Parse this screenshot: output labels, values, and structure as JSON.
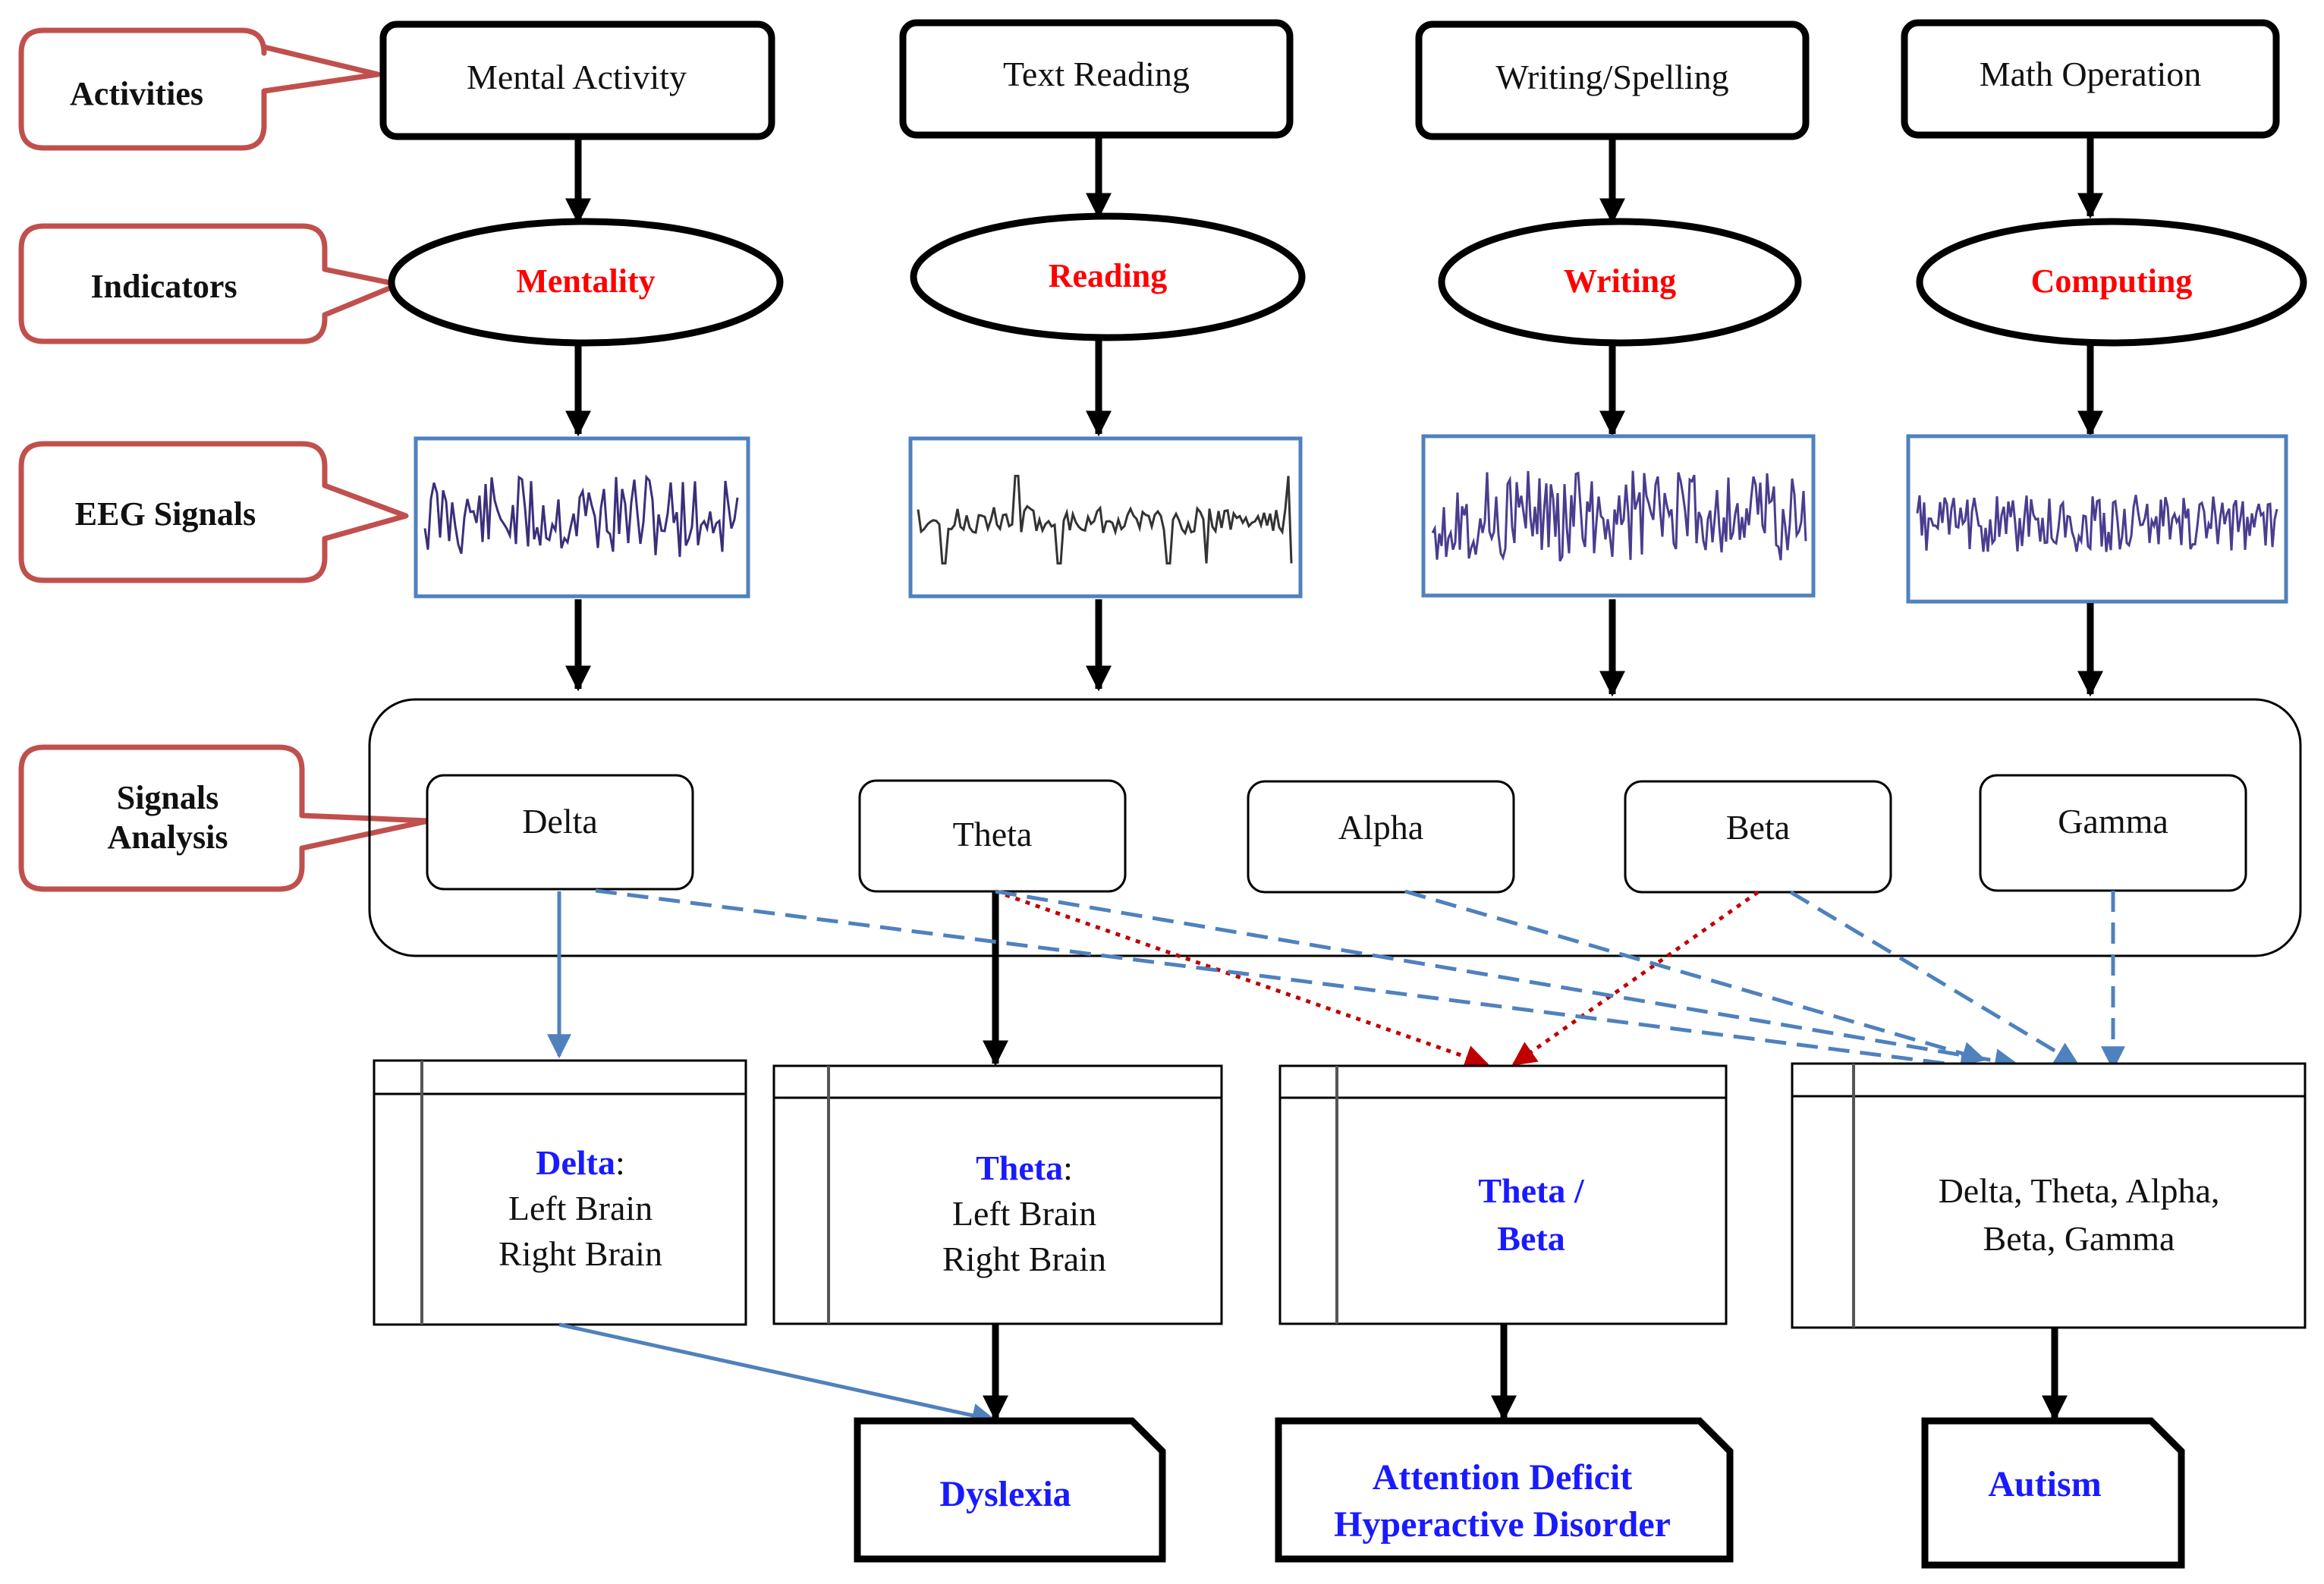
{
  "callouts": {
    "activities": "Activities",
    "indicators": "Indicators",
    "eeg_signals": "EEG Signals",
    "signals_analysis_line1": "Signals",
    "signals_analysis_line2": "Analysis"
  },
  "activities": [
    {
      "label": "Mental Activity"
    },
    {
      "label": "Text Reading"
    },
    {
      "label": "Writing/Spelling"
    },
    {
      "label": "Math Operation"
    }
  ],
  "indicators": [
    {
      "label": "Mentality"
    },
    {
      "label": "Reading"
    },
    {
      "label": "Writing"
    },
    {
      "label": "Computing"
    }
  ],
  "bands": [
    {
      "label": "Delta"
    },
    {
      "label": "Theta"
    },
    {
      "label": "Alpha"
    },
    {
      "label": "Beta"
    },
    {
      "label": "Gamma"
    }
  ],
  "results": {
    "delta": {
      "title": "Delta",
      "suffix": ":",
      "line1": "Left Brain",
      "line2": "Right Brain"
    },
    "theta": {
      "title": "Theta",
      "suffix": ":",
      "line1": "Left Brain",
      "line2": "Right Brain"
    },
    "theta_beta": {
      "line1": "Theta /",
      "line2": "Beta"
    },
    "all": {
      "line1": "Delta, Theta, Alpha,",
      "line2": "Beta, Gamma"
    }
  },
  "disorders": {
    "dyslexia": "Dyslexia",
    "adhd_line1": "Attention Deficit",
    "adhd_line2": "Hyperactive Disorder",
    "autism": "Autism"
  },
  "colors": {
    "callout_border": "#c0504d",
    "signal_box_border": "#4f81bd",
    "blue_arrow": "#4f81bd",
    "red_arrow": "#c00000",
    "indicator_text": "#ff0000",
    "blue_text": "#1a1aff"
  }
}
